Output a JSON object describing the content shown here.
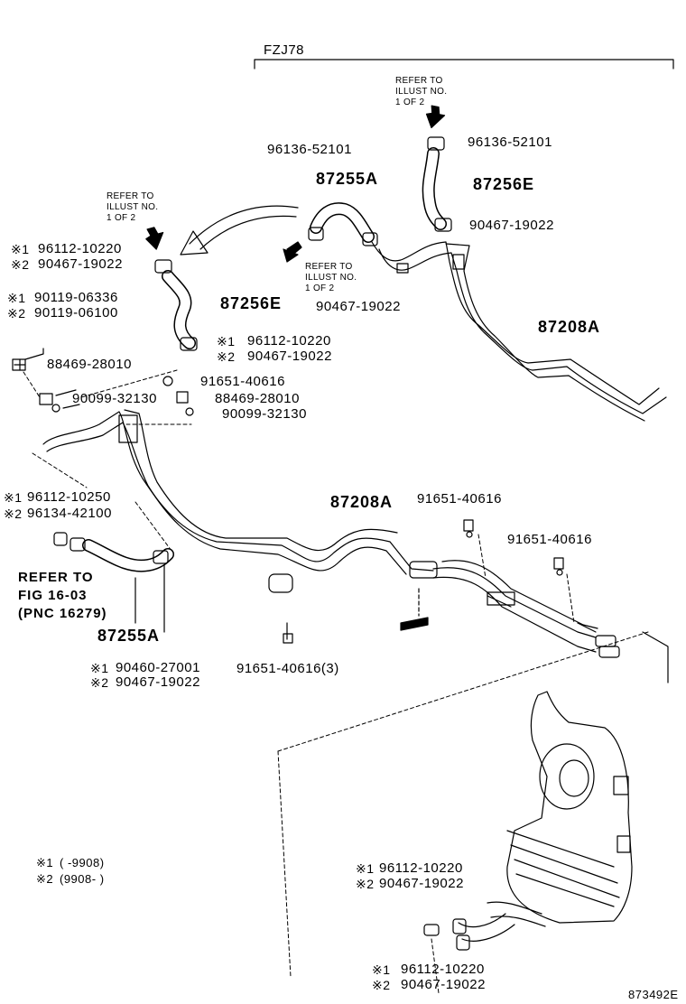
{
  "model": "FZJ78",
  "diagram_id": "873492E",
  "refer_illust": [
    "REFER TO",
    "ILLUST NO.",
    "1 OF 2"
  ],
  "refer_fig": [
    "REFER TO",
    "FIG 16-03",
    "(PNC 16279)"
  ],
  "mark1": "※1",
  "mark2": "※2",
  "legend": [
    {
      "mark": "※1",
      "range": "(      -9908)"
    },
    {
      "mark": "※2",
      "range": "(9908-      )"
    }
  ],
  "parts": {
    "p96136_left": "96136-52101",
    "p96136_right": "96136-52101",
    "p87255A_top": "87255A",
    "p87256E_top": "87256E",
    "p90467_topright": "90467-19022",
    "p90467_mid": "90467-19022",
    "p87208A_top": "87208A",
    "p96112_top": "96112-10220",
    "p90467_top": "90467-19022",
    "p90119_a": "90119-06336",
    "p90119_b": "90119-06100",
    "p87256E_left": "87256E",
    "p96112_mid": "96112-10220",
    "p90467_midleft": "90467-19022",
    "p88469_a": "88469-28010",
    "p91651_a": "91651-40616",
    "p90099_a": "90099-32130",
    "p88469_b": "88469-28010",
    "p90099_b": "90099-32130",
    "p96112_left": "96112-10250",
    "p96134_left": "96134-42100",
    "p87208A_mid": "87208A",
    "p91651_b": "91651-40616",
    "p91651_c": "91651-40616",
    "p87255A_bottom": "87255A",
    "p90460": "90460-27001",
    "p90467_bottomleft": "90467-19022",
    "p91651_d": "91651-40616(3)",
    "p96112_heater": "96112-10220",
    "p90467_heater": "90467-19022",
    "p96112_bottom": "96112-10220",
    "p90467_bottom": "90467-19022"
  }
}
